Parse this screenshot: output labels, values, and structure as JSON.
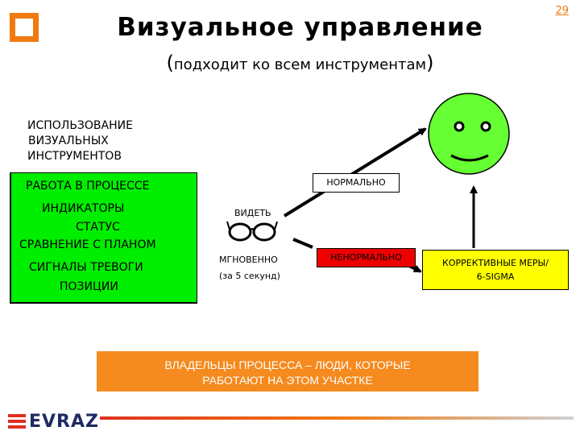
{
  "page_number": "29",
  "title": "Визуальное управление",
  "subtitle": {
    "open_paren": "(",
    "text": "подходит ко всем инструментам",
    "close_paren": ")"
  },
  "tools_heading": [
    "ИСПОЛЬЗОВАНИЕ",
    "ВИЗУАЛЬНЫХ",
    "ИНСТРУМЕНТОВ"
  ],
  "tools_list": [
    "РАБОТА В ПРОЦЕССЕ",
    "ИНДИКАТОРЫ",
    "СТАТУС",
    "СРАВНЕНИЕ С ПЛАНОМ",
    "СИГНАЛЫ ТРЕВОГИ",
    "ПОЗИЦИИ"
  ],
  "see_label": "ВИДЕТЬ",
  "instant_label": "МГНОВЕННО",
  "seconds_label": "(за 5 секунд)",
  "normal_label": "НОРМАЛЬНО",
  "abnormal_label": "НЕНОРМАЛЬНО",
  "corrective": [
    "КОРРЕКТИВНЫЕ МЕРЫ/",
    "6-SIGMA"
  ],
  "owners": [
    "ВЛАДЕЛЬЦЫ ПРОЦЕССА – ЛЮДИ, КОТОРЫЕ",
    "РАБОТАЮТ НА ЭТОМ УЧАСТКЕ"
  ],
  "brand": "EVRAZ",
  "colors": {
    "accent_orange": "#f07a10",
    "green_box": "#00ee00",
    "red_box": "#ee0000",
    "yellow_box": "#ffff00",
    "smiley": "#66ff33",
    "owners_box": "#f58a1e",
    "brand_navy": "#1e2b63",
    "brand_red": "#e03020"
  },
  "icons": [
    "logo-square-icon",
    "glasses-icon",
    "smiley-face-icon",
    "evraz-logo-icon"
  ]
}
